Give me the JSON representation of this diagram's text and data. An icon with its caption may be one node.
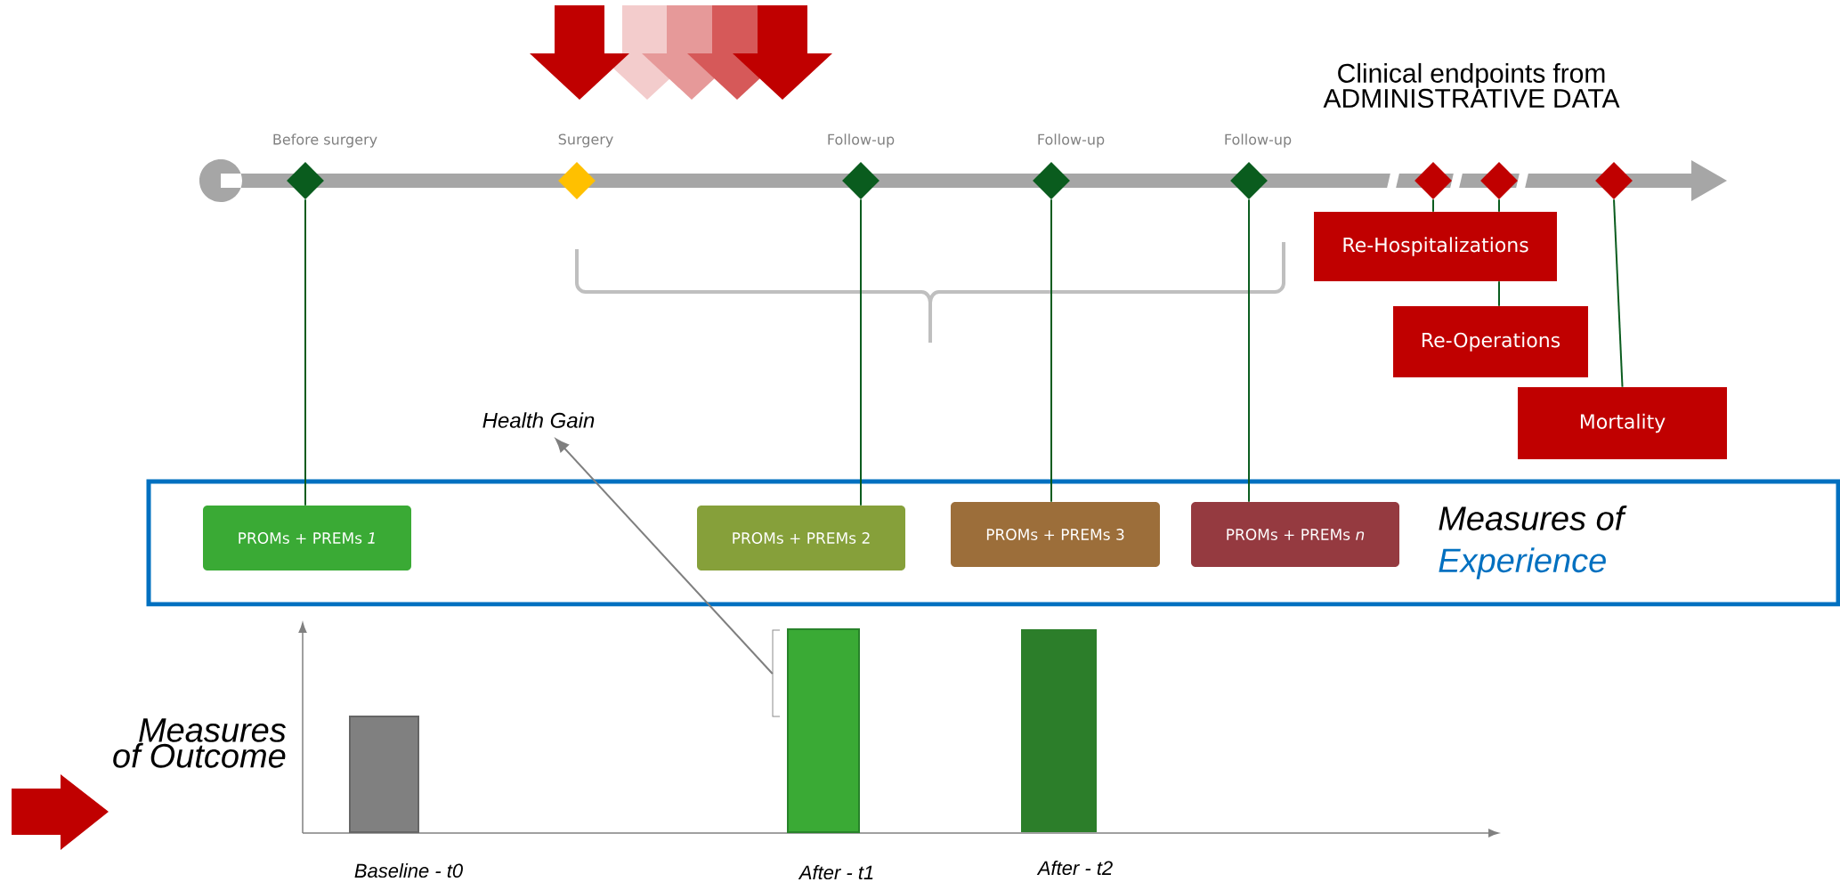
{
  "diagram": {
    "nodes": [
      {
        "text": [
          "Measures of",
          "Experience"
        ]
      },
      {
        "text": [
          "PROMs + PREMs *1*"
        ],
        "in": 0
      },
      {
        "text": [
          "PROMs + PREMs 2"
        ],
        "in": 0
      },
      {
        "text": [
          "PROMs + PREMs 3"
        ],
        "in": 0
      },
      {
        "text": [
          "PROMs + PREMs *n*"
        ],
        "in": 0
      },
      {
        "text": [],
        "shape": "diamond",
        "beside": [
          "Before surgery"
        ]
      },
      {
        "text": [],
        "shape": "diamond",
        "beside": [
          "Surgery"
        ]
      },
      {
        "text": [],
        "shape": "diamond",
        "beside": [
          "Follow-up"
        ]
      },
      {
        "text": [],
        "shape": "diamond",
        "beside": [
          "Follow-up"
        ]
      },
      {
        "text": [],
        "shape": "diamond",
        "beside": [
          "Follow-up"
        ]
      },
      {
        "text": [],
        "shape": "diamond"
      },
      {
        "text": [],
        "shape": "diamond"
      },
      {
        "text": [],
        "shape": "diamond"
      },
      {
        "text": [
          "Re-Hospitalizations"
        ]
      },
      {
        "text": [
          "Re-Operations"
        ]
      },
      {
        "text": [
          "Mortality"
        ]
      },
      {
        "text": [
          "Health Gain"
        ]
      },
      {
        "text": [],
        "shape": "bracket"
      }
    ],
    "edges": [
      {
        "from": 5,
        "to": 1,
        "arrow": "none"
      },
      {
        "from": 7,
        "to": 2,
        "arrow": "none"
      },
      {
        "from": 8,
        "to": 3,
        "arrow": "none"
      },
      {
        "from": 9,
        "to": 4,
        "arrow": "none"
      },
      {
        "from": 10,
        "to": 13,
        "arrow": "none"
      },
      {
        "from": 11,
        "to": 13,
        "arrow": "none"
      },
      {
        "from": 13,
        "to": 14,
        "arrow": "none"
      },
      {
        "from": 12,
        "to": 15,
        "arrow": "none"
      },
      {
        "from": 17,
        "to": 16,
        "arrow": "to",
        "color": "#7f7f7f"
      }
    ],
    "labels": [
      "Clinical endpoints from ADMINISTRATIVE DATA",
      "Measures of Outcome",
      "Baseline - t0",
      "After - t1",
      "After - t2"
    ]
  }
}
